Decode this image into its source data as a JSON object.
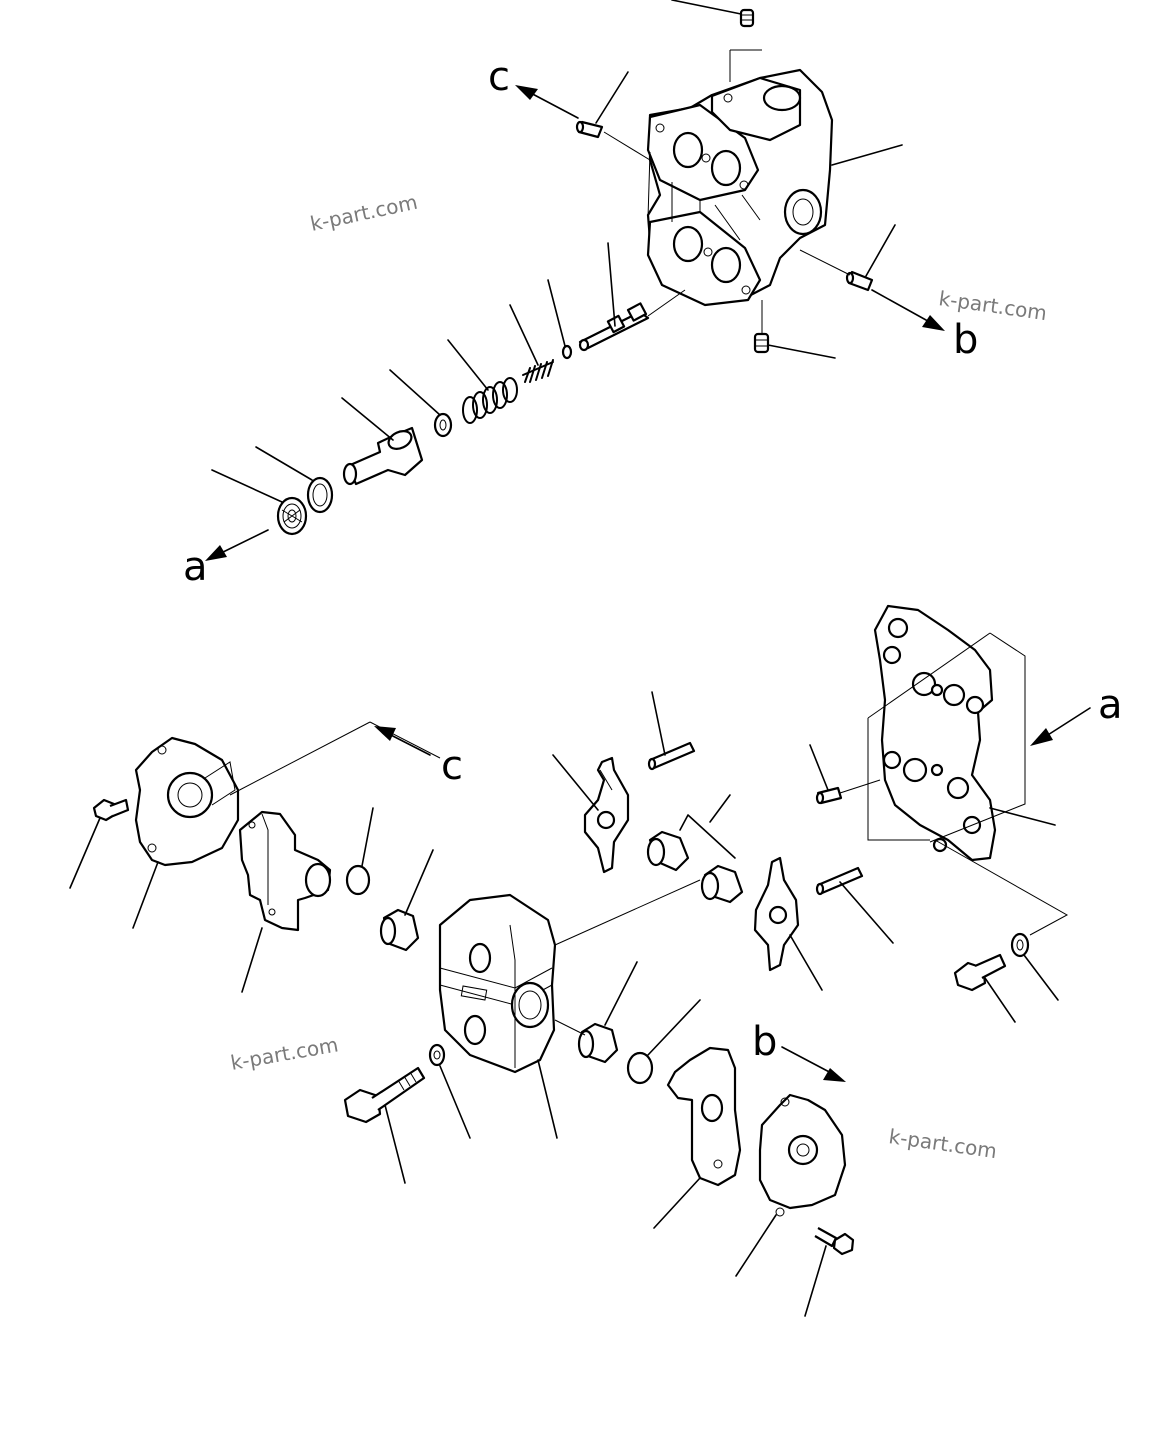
{
  "refs": {
    "a_top": "a",
    "b_top": "b",
    "c_top": "c",
    "a_bottom": "a",
    "b_bottom": "b",
    "c_bottom": "c"
  },
  "watermarks": [
    "k-part.com",
    "k-part.com",
    "k-part.com",
    "k-part.com"
  ],
  "colors": {
    "ink": "#000000",
    "watermark": "#7a7a7a",
    "background": "#ffffff"
  }
}
